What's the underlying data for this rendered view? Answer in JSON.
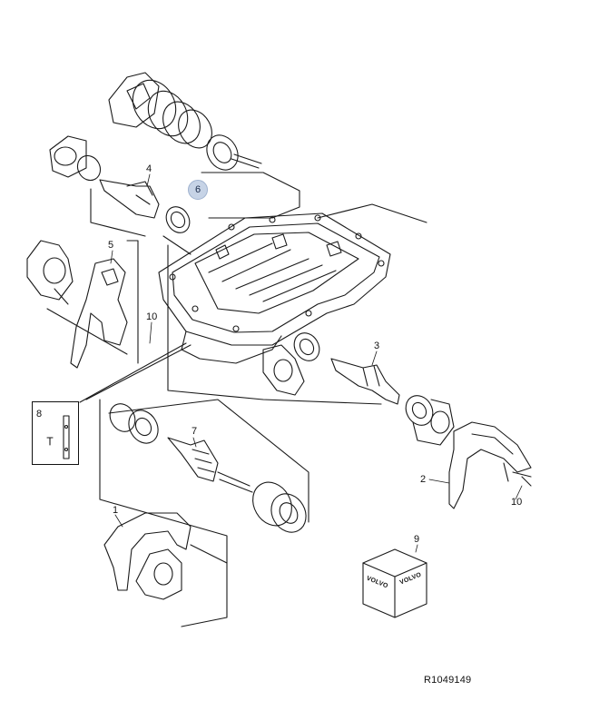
{
  "diagram": {
    "reference_code": "R1049149",
    "highlighted_part": "6",
    "callouts": {
      "c1": "1",
      "c2": "2",
      "c3": "3",
      "c4": "4",
      "c5": "5",
      "c6": "6",
      "c7": "7",
      "c8": "8",
      "c9": "9",
      "c10a": "10",
      "c10b": "10"
    },
    "box_labels": {
      "front": "VOLVO",
      "side": "VOLVO"
    },
    "colors": {
      "line": "#1a1a1a",
      "highlight_fill": "#c6d3e6",
      "background": "#ffffff"
    }
  }
}
